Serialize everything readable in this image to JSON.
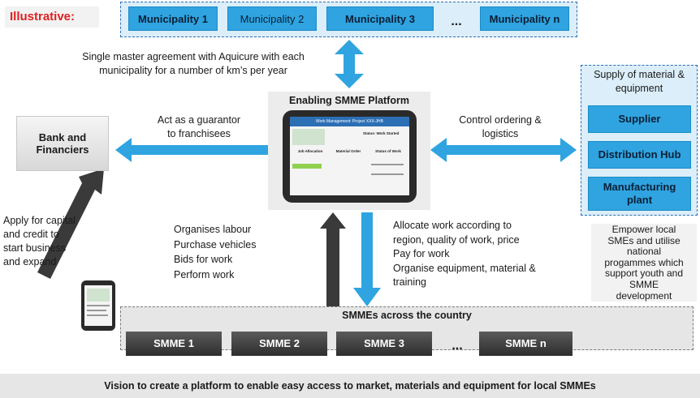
{
  "illustrative_label": "Illustrative:",
  "municipalities": [
    "Municipality 1",
    "Municipality 2",
    "Municipality 3",
    "...",
    "Municipality n"
  ],
  "master_agreement_text": [
    "Single master agreement with Aquicure with each",
    "municipality for a number of km’s per year"
  ],
  "platform_title": "Enabling SMME Platform",
  "bank_label": [
    "Bank and",
    "Financiers"
  ],
  "guarantor_text": [
    "Act as a guarantor",
    "to franchisees"
  ],
  "control_text": [
    "Control ordering &",
    "logistics"
  ],
  "supply_header": [
    "Supply of material &",
    "equipment"
  ],
  "suppliers": [
    "Supplier",
    "Distribution Hub",
    "Manufacturing plant"
  ],
  "apply_text": [
    "Apply for capital",
    "and credit to",
    "start business",
    "and expand"
  ],
  "smme_actions": [
    "Organises labour",
    "Purchase vehicles",
    "Bids for work",
    "Perform work"
  ],
  "platform_actions": [
    "Allocate work according to",
    "region, quality of work, price",
    "Pay for work",
    "Organise equipment, material &",
    "training"
  ],
  "empower_text": [
    "Empower local",
    "SMEs and utilise",
    "national",
    "progammes which",
    "support youth and",
    "SMME",
    "development"
  ],
  "smme_panel_title": "SMMEs across the country",
  "smmes": [
    "SMME 1",
    "SMME 2",
    "SMME 3",
    "...",
    "SMME n"
  ],
  "footer": "Vision to create a platform to enable easy access to market, materials and equipment for local SMMEs",
  "tablet_screen": {
    "header": "Work Management: Project XXX-JHB",
    "status": "Status: Work Started",
    "job_allocation": "Job Allocation",
    "material_order": "Material Order",
    "status_of_work": "Status of Work"
  },
  "colors": {
    "accent_blue": "#2fa4e0",
    "dark_arrow": "#3a3a3a",
    "red": "#e02020",
    "panel_blue": "#dbeef9"
  }
}
